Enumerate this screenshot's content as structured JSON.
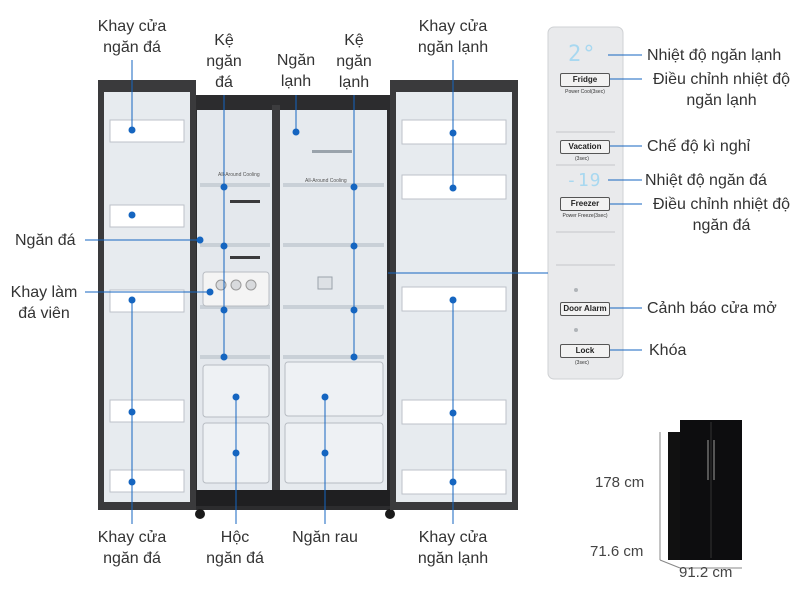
{
  "colors": {
    "accent": "#1565c0",
    "label_text": "#333333",
    "fridge_body": "#3a3a3c",
    "interior": "#e8ecf0"
  },
  "labels": {
    "top_left_door": [
      "Khay cửa",
      "ngăn đá"
    ],
    "top_freezer_shelf": [
      "Kệ",
      "ngăn",
      "đá"
    ],
    "top_fridge_comp": [
      "Ngăn",
      "lạnh"
    ],
    "top_fridge_shelf": [
      "Kệ",
      "ngăn",
      "lạnh"
    ],
    "top_right_door": [
      "Khay cửa",
      "ngăn lạnh"
    ],
    "left_freezer": "Ngăn đá",
    "left_ice_tray": [
      "Khay làm",
      "đá viên"
    ],
    "bottom_left_door": [
      "Khay cửa",
      "ngăn đá"
    ],
    "bottom_freezer_box": [
      "Hộc",
      "ngăn đá"
    ],
    "bottom_veg": "Ngăn rau",
    "bottom_right_door": [
      "Khay cửa",
      "ngăn lạnh"
    ],
    "panel_fridge_temp": "Nhiệt độ ngăn lạnh",
    "panel_fridge_adjust": [
      "Điều chỉnh nhiệt độ",
      "ngăn lạnh"
    ],
    "panel_vacation": "Chế độ kì nghỉ",
    "panel_freezer_temp": "Nhiệt độ ngăn đá",
    "panel_freezer_adjust": [
      "Điều chỉnh nhiệt độ",
      "ngăn đá"
    ],
    "panel_door_alarm": "Cảnh báo cửa mở",
    "panel_lock": "Khóa"
  },
  "panel": {
    "fridge_display": "2°",
    "freezer_display": "-19",
    "buttons": {
      "fridge": "Fridge",
      "fridge_sub": "Power Cool(3sec)",
      "vacation": "Vacation",
      "vacation_sub": "(3sec)",
      "freezer": "Freezer",
      "freezer_sub": "Power Freeze(3sec)",
      "door_alarm": "Door Alarm",
      "lock": "Lock",
      "lock_sub": "(3sec)"
    }
  },
  "interior_text": {
    "freezer_cooling": "All-Around Cooling",
    "fridge_cooling": "All-Around Cooling"
  },
  "dimensions": {
    "height": "178 cm",
    "depth": "71.6 cm",
    "width": "91.2 cm"
  }
}
